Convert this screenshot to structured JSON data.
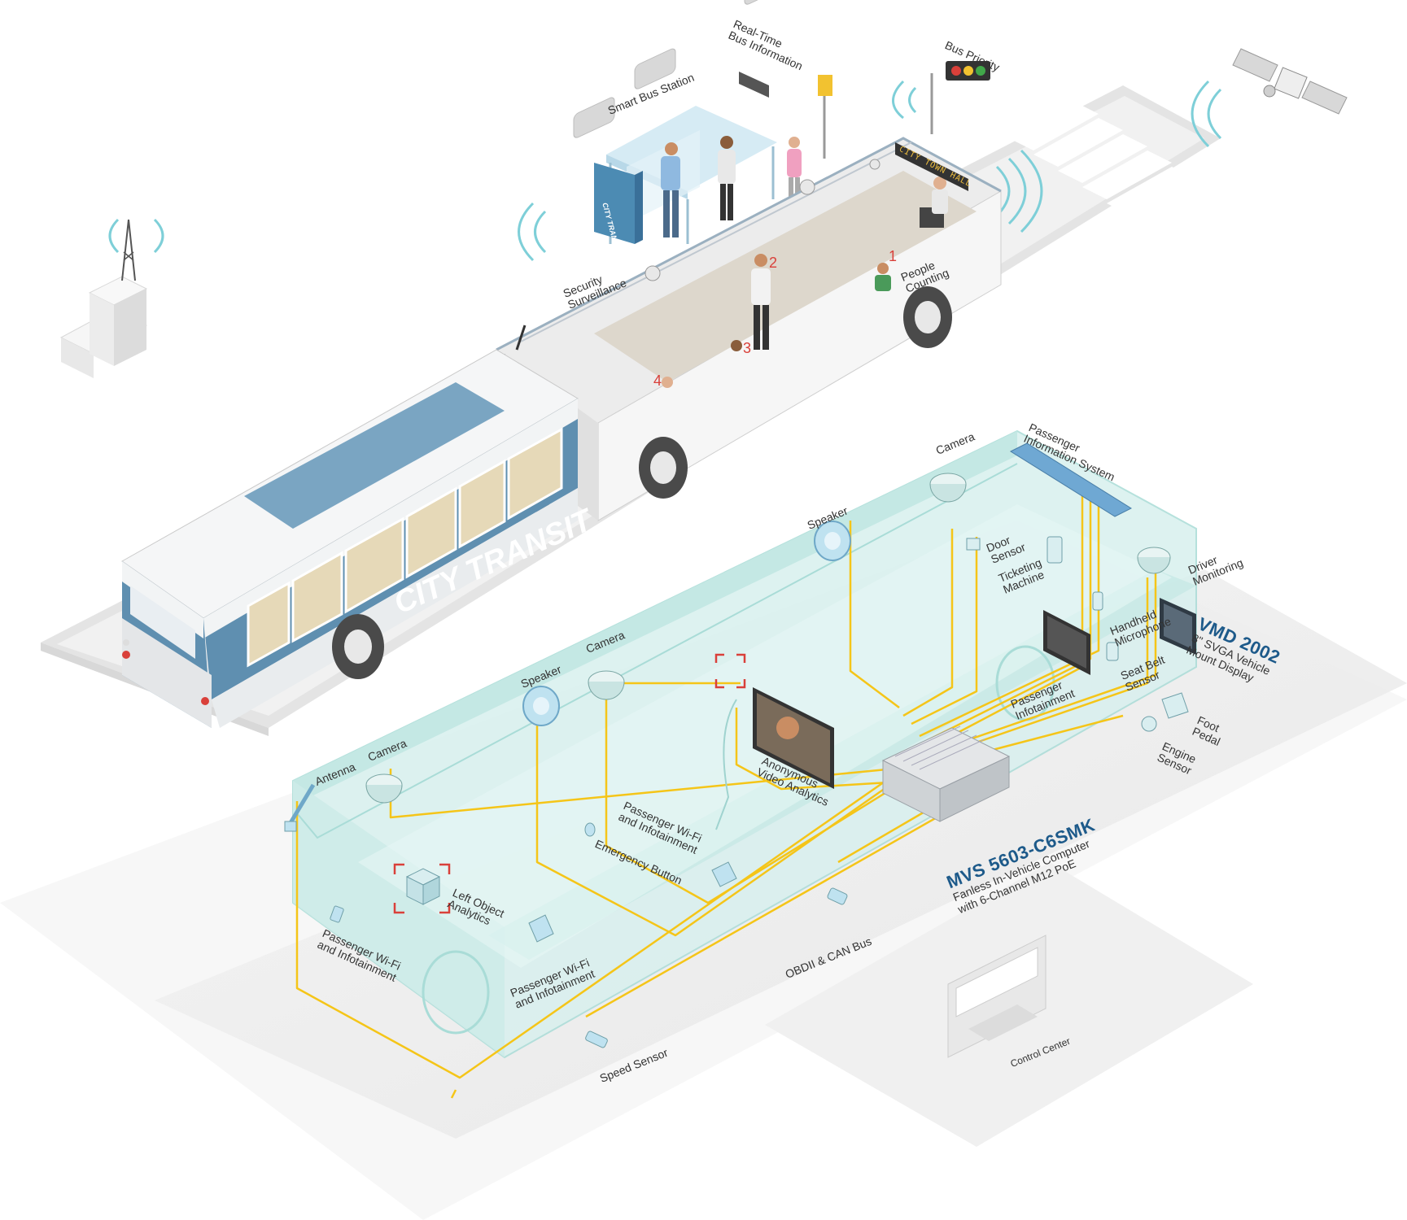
{
  "colors": {
    "bus_blue": "#5f8fb0",
    "bus_white": "#f2f4f5",
    "ghost_bus": "#bfe6e2",
    "cable": "#f5c518",
    "product_blue": "#1d5a8a",
    "ground": "#eeeeee",
    "highlight_red": "#d9403a"
  },
  "top_scene": {
    "brand_label": "CITY TRANSIT",
    "shelter_brand": "CITY TRANSIT",
    "destination_sign": "CITY TOWN HALL",
    "labels": {
      "smart_bus_station": "Smart Bus Station",
      "real_time_line1": "Real-Time",
      "real_time_line2": "Bus Information",
      "bus_priority": "Bus Priority",
      "security_line1": "Security",
      "security_line2": "Surveillance",
      "people_line1": "People",
      "people_line2": "Counting"
    },
    "markers": [
      "1",
      "2",
      "3",
      "4"
    ]
  },
  "bottom_scene": {
    "labels": {
      "camera_top": "Camera",
      "pis_line1": "Passenger",
      "pis_line2": "Information System",
      "speaker_top": "Speaker",
      "door_line1": "Door",
      "door_line2": "Sensor",
      "ticketing_line1": "Ticketing",
      "ticketing_line2": "Machine",
      "driver_line1": "Driver",
      "driver_line2": "Monitoring",
      "handheld_line1": "Handheld",
      "handheld_line2": "Microphone",
      "seatbelt_line1": "Seat Belt",
      "seatbelt_line2": "Sensor",
      "pax_info_line1": "Passenger",
      "pax_info_line2": "Infotainment",
      "speaker_mid": "Speaker",
      "camera_mid": "Camera",
      "anon_line1": "Anonymous",
      "anon_line2": "Video Analytics",
      "foot_line1": "Foot",
      "foot_line2": "Pedal",
      "engine_line1": "Engine",
      "engine_line2": "Sensor",
      "antenna": "Antenna",
      "camera_left": "Camera",
      "wifi_center_line1": "Passenger Wi-Fi",
      "wifi_center_line2": "and Infotainment",
      "emergency": "Emergency Button",
      "left_obj_line1": "Left Object",
      "left_obj_line2": "Analytics",
      "wifi_left_line1": "Passenger Wi-Fi",
      "wifi_left_line2": "and Infotainment",
      "wifi_bottom_line1": "Passenger Wi-Fi",
      "wifi_bottom_line2": "and Infotainment",
      "obd": "OBDII & CAN Bus",
      "speed": "Speed Sensor",
      "control": "Control Center"
    }
  },
  "products": {
    "display": {
      "title": "VMD 2002",
      "sub1": "8\" SVGA Vehicle",
      "sub2": "Mount Display"
    },
    "computer": {
      "title": "MVS 5603-C6SMK",
      "sub1": "Fanless In-Vehicle Computer",
      "sub2": "with 6-Channel M12 PoE"
    }
  }
}
